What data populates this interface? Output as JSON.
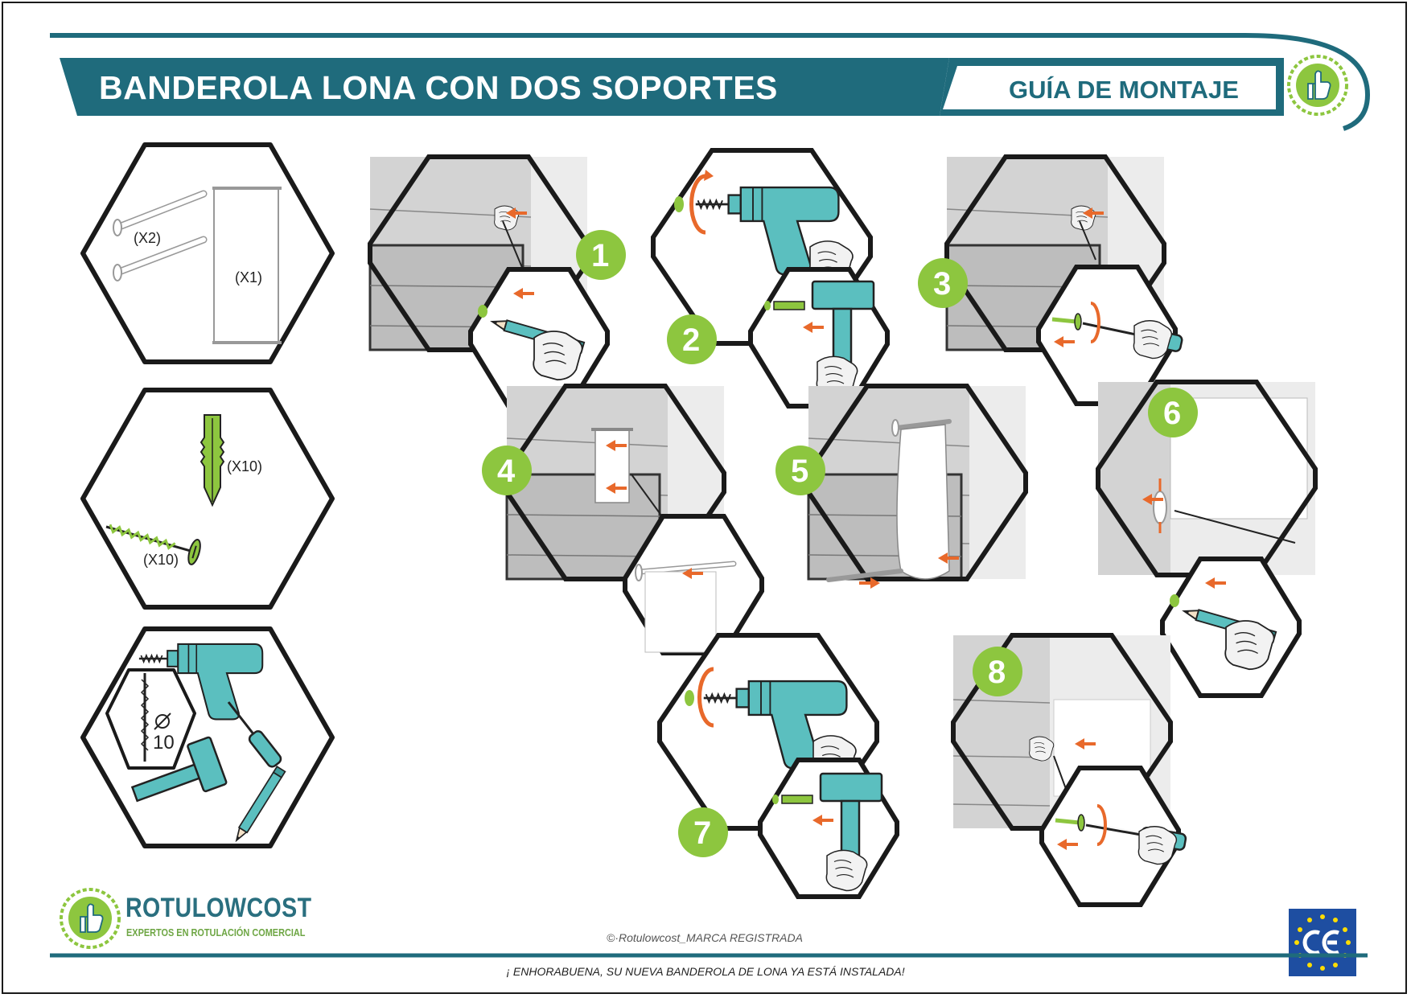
{
  "header": {
    "title": "BANDEROLA LONA CON DOS SOPORTES",
    "guide_label": "GUÍA DE MONTAJE"
  },
  "parts": {
    "supports_qty": "(X2)",
    "banner_qty": "(X1)",
    "plugs_qty": "(X10)",
    "screws_qty": "(X10)",
    "drill_bit_size": "10"
  },
  "steps": [
    "1",
    "2",
    "3",
    "4",
    "5",
    "6",
    "7",
    "8"
  ],
  "brand": {
    "name": "ROTULOWCOST",
    "tagline": "EXPERTOS EN ROTULACIÓN COMERCIAL"
  },
  "copyright": "©·Rotulowcost_MARCA REGISTRADA",
  "footer_message": "¡ ENHORABUENA, SU NUEVA BANDEROLA DE LONA YA ESTÁ INSTALADA!",
  "colors": {
    "teal_dark": "#1f6b7c",
    "teal_tool": "#5bbfbf",
    "green": "#8dc63f",
    "orange": "#e8692b",
    "eu_blue": "#1e4ea1",
    "eu_star": "#ffdd00"
  },
  "icons": [
    "thumbs-up-seal-icon",
    "ce-mark-icon",
    "drill-icon",
    "hammer-icon",
    "screwdriver-icon",
    "pencil-icon",
    "wall-plug-icon",
    "screw-icon"
  ]
}
